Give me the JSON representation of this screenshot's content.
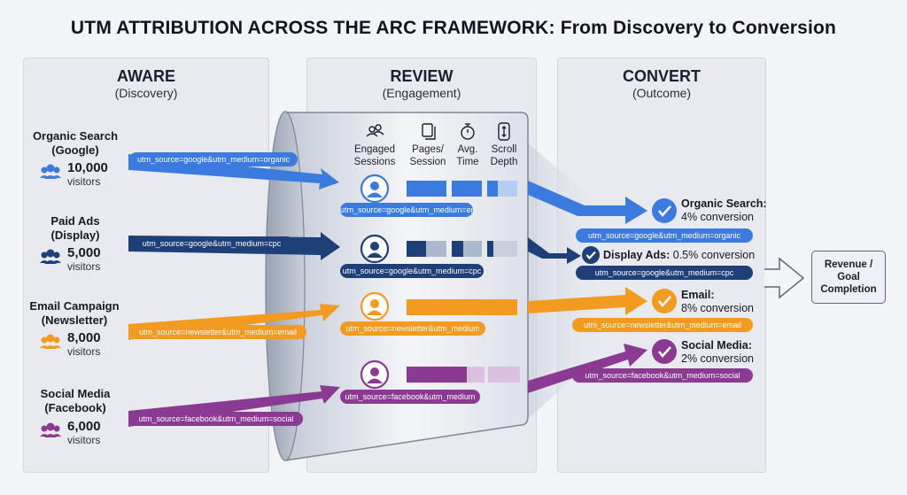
{
  "title": "UTM ATTRIBUTION ACROSS THE ARC FRAMEWORK: From Discovery to Conversion",
  "stages": {
    "aware": {
      "title": "AWARE",
      "subtitle": "(Discovery)"
    },
    "review": {
      "title": "REVIEW",
      "subtitle": "(Engagement)"
    },
    "convert": {
      "title": "CONVERT",
      "subtitle": "(Outcome)"
    }
  },
  "sources": [
    {
      "label_line1": "Organic Search",
      "label_line2": "(Google)",
      "count": "10,000",
      "unit": "visitors",
      "utm_in": "utm_source=google&utm_medium=organic",
      "utm_review": "utm_source=google&utm_medium=er",
      "color": "#3b7be0"
    },
    {
      "label_line1": "Paid Ads",
      "label_line2": "(Display)",
      "count": "5,000",
      "unit": "visitors",
      "utm_in": "utm_source=google&utm_medium=cpc",
      "utm_review": "utm_source=google&utm_medium=cpc",
      "color": "#1e3f78"
    },
    {
      "label_line1": "Email Campaign",
      "label_line2": "(Newsletter)",
      "count": "8,000",
      "unit": "visitors",
      "utm_in": "utm_source=newsletter&utm_medium=email",
      "utm_review": "utm_source=newsletter&utm_medium",
      "color": "#f39a21"
    },
    {
      "label_line1": "Social Media",
      "label_line2": "(Facebook)",
      "count": "6,000",
      "unit": "visitors",
      "utm_in": "utm_source=facebook&utm_medium=social",
      "utm_review": "utm_source=facebook&utm_medium",
      "color": "#8a3a92"
    }
  ],
  "metrics": [
    {
      "line1": "Engaged",
      "line2": "Sessions",
      "icon": "people-icon"
    },
    {
      "line1": "Pages/",
      "line2": "Session",
      "icon": "pages-icon"
    },
    {
      "line1": "Avg.",
      "line2": "Time",
      "icon": "stopwatch-icon"
    },
    {
      "line1": "Scroll",
      "line2": "Depth",
      "icon": "scroll-icon"
    }
  ],
  "conversions": [
    {
      "title": "Organic Search:",
      "rate": "4% conversion",
      "utm": "utm_source=google&utm_medium=organic"
    },
    {
      "title": "Display Ads:",
      "rate": "0.5% conversion",
      "utm": "utm_source=google&utm_medium=cpc"
    },
    {
      "title": "Email:",
      "rate": "8% conversion",
      "utm": "utm_source=newsletter&utm_medium=email"
    },
    {
      "title": "Social Media:",
      "rate": "2% conversion",
      "utm": "utm_source=facebook&utm_medium=social"
    }
  ],
  "goal": {
    "line1": "Revenue /",
    "line2": "Goal",
    "line3": "Completion"
  },
  "icons": [
    "people-icon",
    "pages-icon",
    "stopwatch-icon",
    "scroll-icon",
    "user-avatar-icon",
    "check-icon",
    "arrow-right-icon"
  ]
}
